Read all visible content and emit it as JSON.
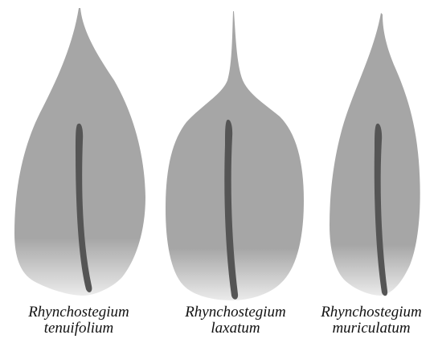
{
  "species": [
    {
      "genus": "Rhynchostegium",
      "epithet": "tenuifolium"
    },
    {
      "genus": "Rhynchostegium",
      "epithet": "laxatum"
    },
    {
      "genus": "Rhynchostegium",
      "epithet": "muriculatum"
    }
  ],
  "colors": {
    "leaf": "#a6a6a6",
    "leaf_base": "#e8e8e8",
    "costa": "#555555",
    "background": "#ffffff"
  }
}
